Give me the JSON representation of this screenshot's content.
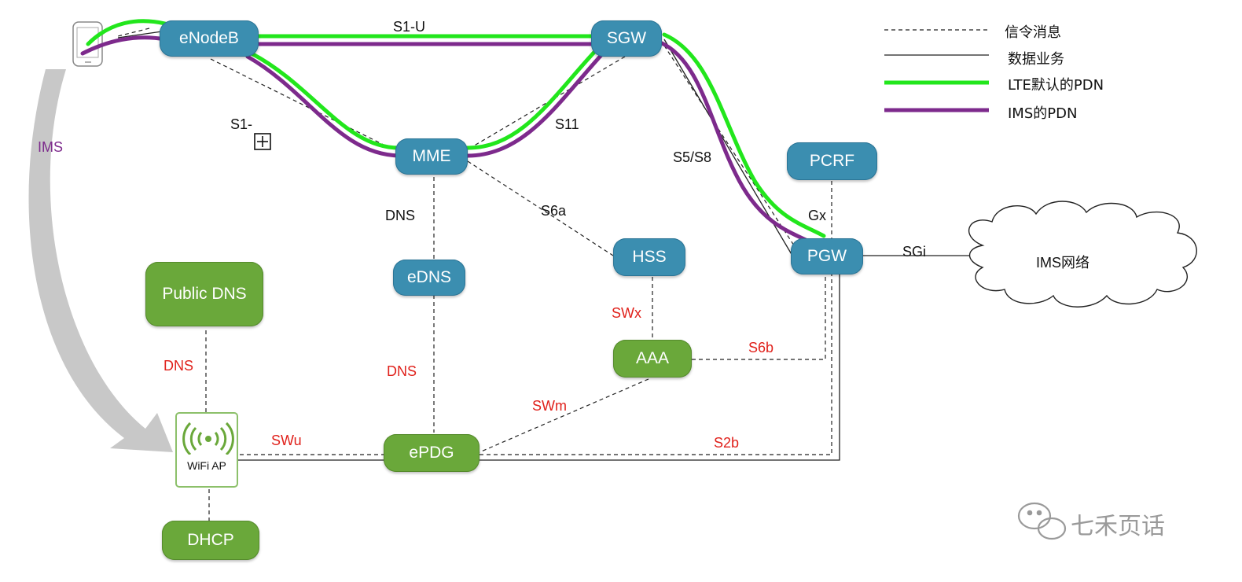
{
  "nodes": {
    "enodeb": "eNodeB",
    "sgw": "SGW",
    "mme": "MME",
    "pcrf": "PCRF",
    "pgw": "PGW",
    "hss": "HSS",
    "edns": "eDNS",
    "public_dns": "Public DNS",
    "aaa": "AAA",
    "epdg": "ePDG",
    "wifi_ap": "WiFi AP",
    "dhcp": "DHCP",
    "ims_network": "IMS网络"
  },
  "interfaces": {
    "s1u": "S1-U",
    "s1mme": "S1-",
    "s11": "S11",
    "s5s8": "S5/S8",
    "gx": "Gx",
    "sgi": "SGi",
    "dns_mme": "DNS",
    "s6a": "S6a",
    "swx": "SWx",
    "s6b": "S6b",
    "dns_public": "DNS",
    "dns_edns": "DNS",
    "swm": "SWm",
    "swu": "SWu",
    "s2b": "S2b"
  },
  "ims_arrow_label": "IMS",
  "legend": {
    "signaling": "信令消息",
    "data": "数据业务",
    "lte_pdn": "LTE默认的PDN",
    "ims_pdn": "IMS的PDN"
  },
  "watermark": "七禾页话",
  "colors": {
    "lte_pdn": "#22e61c",
    "ims_pdn": "#7d2a8c",
    "node_blue": "#3b8eb0",
    "node_green": "#6aa83a",
    "red_label": "#e0211b",
    "ims_arrow": "#c8c8c8"
  }
}
